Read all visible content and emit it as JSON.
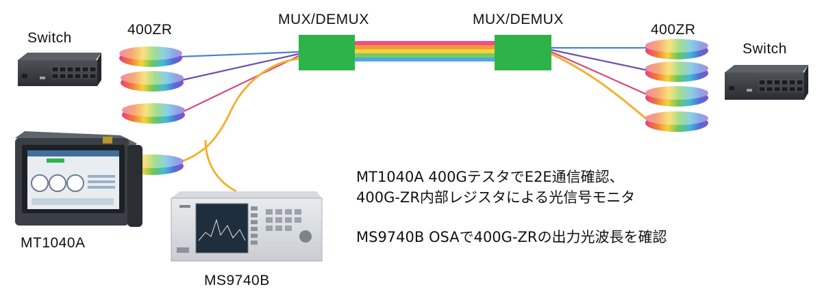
{
  "labels": {
    "switch_left": "Switch",
    "switch_right": "Switch",
    "zr_left": "400ZR",
    "zr_right": "400ZR",
    "mux_left": "MUX/DEMUX",
    "mux_right": "MUX/DEMUX",
    "mt1040a": "MT1040A",
    "ms9740b": "MS9740B"
  },
  "descriptions": {
    "line1": "MT1040A 400GテスタでE2E通信確認、",
    "line2": "400G-ZR内部レジスタによる光信号モニタ",
    "line3": "MS9740B OSAで400G-ZRの出力光波長を確認"
  },
  "colors": {
    "mux_green": "#2db34a",
    "fiber_blue": "#4a7fd6",
    "fiber_purple": "#6a4fb0",
    "fiber_pink": "#d9467e",
    "fiber_orange": "#f4b12e"
  }
}
